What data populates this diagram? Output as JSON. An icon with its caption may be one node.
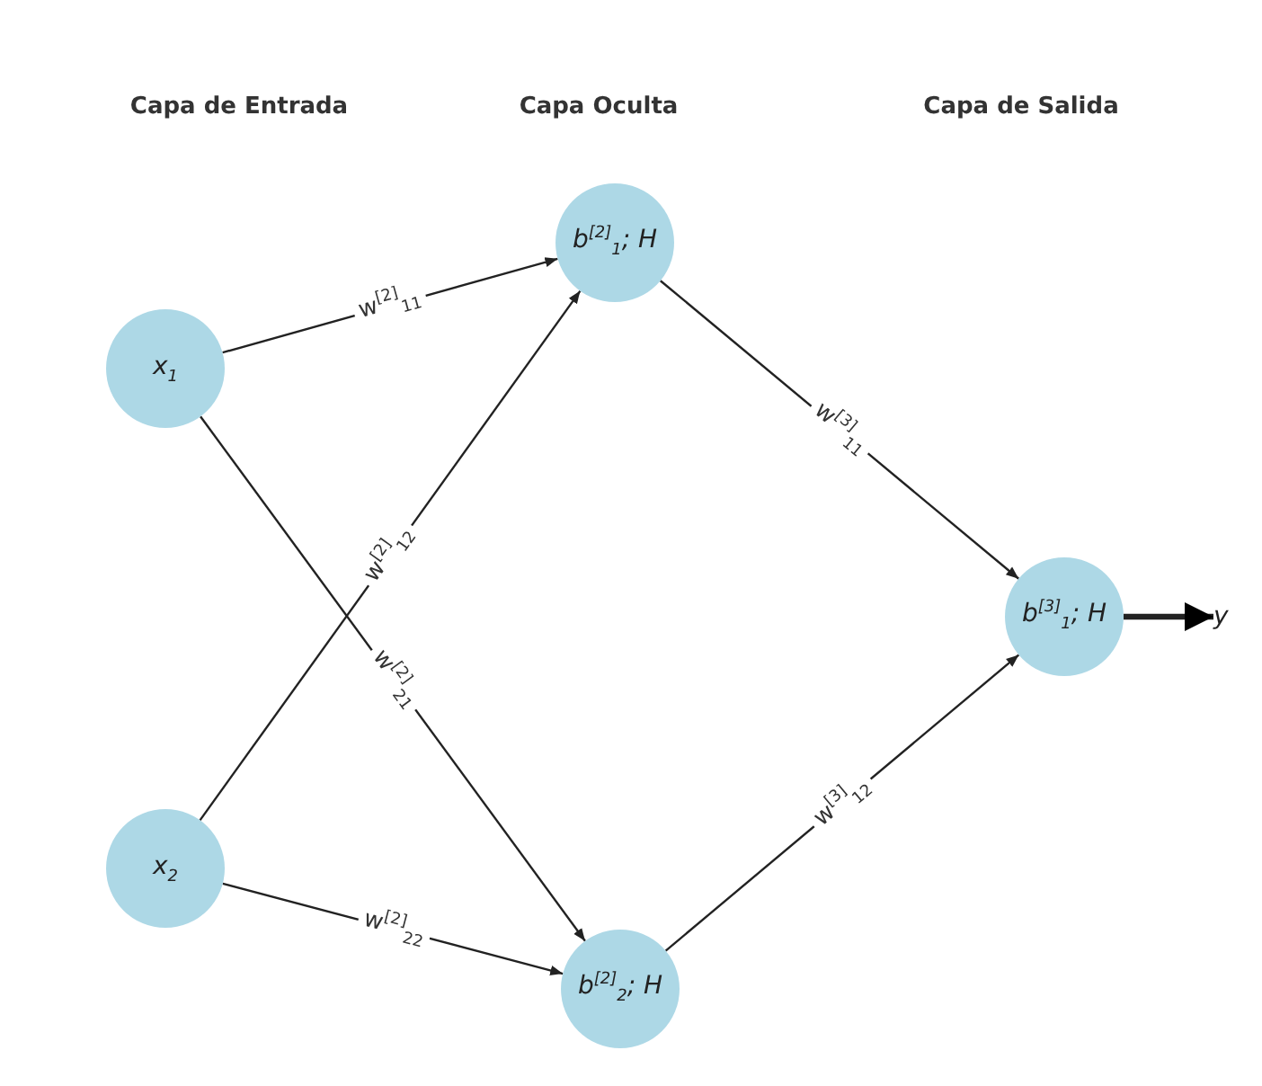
{
  "diagram": {
    "nodes": [
      {
        "text": [
          "x$_{1}$"
        ]
      },
      {
        "text": [
          "x$_{2}$"
        ]
      },
      {
        "text": [
          "b$^{[2]}$$_{1}$; H"
        ]
      },
      {
        "text": [
          "b$^{[2]}$$_{2}$; H"
        ]
      },
      {
        "text": [
          "b$^{[3]}$$_{1}$; H"
        ]
      },
      {
        "text": [
          "y"
        ]
      }
    ],
    "edges": [
      {
        "from": 0,
        "to": 2,
        "arrow": "to",
        "label": "w$^{[2]}$$_{11}$"
      },
      {
        "from": 0,
        "to": 3,
        "arrow": "to",
        "label": "w$^{[2]}$$_{21}$"
      },
      {
        "from": 1,
        "to": 2,
        "arrow": "to",
        "label": "w$^{[2]}$$_{12}$"
      },
      {
        "from": 1,
        "to": 3,
        "arrow": "to",
        "label": "w$^{[2]}$$_{22}$"
      },
      {
        "from": 2,
        "to": 4,
        "arrow": "to",
        "label": "w$^{[3]}$$_{11}$"
      },
      {
        "from": 3,
        "to": 4,
        "arrow": "to",
        "label": "w$^{[3]}$$_{12}$"
      },
      {
        "from": 4,
        "to": 5,
        "arrow": "to",
        "style": "thick"
      }
    ],
    "labels": [
      "Capa de Entrada",
      "Capa Oculta",
      "Capa de Salida"
    ]
  }
}
